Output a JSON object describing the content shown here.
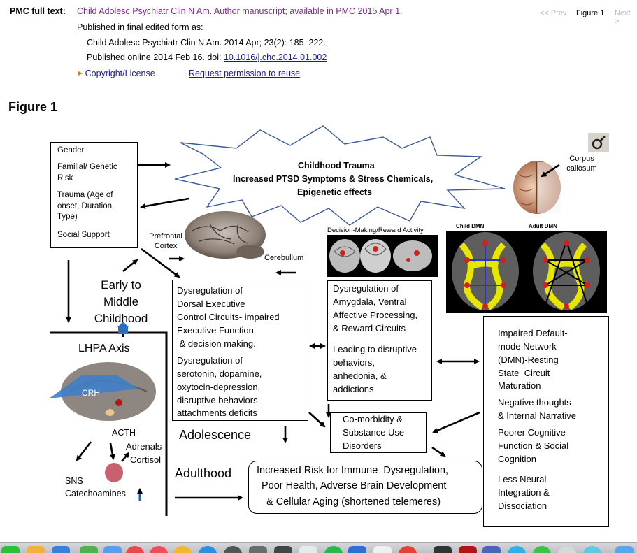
{
  "header": {
    "pmc_label": "PMC full text:",
    "journal_link": "Child Adolesc Psychiatr Clin N Am. Author manuscript; available in PMC 2015 Apr 1.",
    "published_final": "Published in final edited form as:",
    "citation": "Child Adolesc Psychiatr Clin N Am. 2014 Apr; 23(2): 185–222.",
    "published_online_prefix": "Published online 2014 Feb 16. doi: ",
    "doi": "10.1016/j.chc.2014.01.002",
    "copyright": "Copyright/License",
    "permission": "Request permission to reuse"
  },
  "nav": {
    "prev": "<< Prev",
    "current": "Figure 1",
    "next": "Next >"
  },
  "figure_title": "Figure 1",
  "diagram": {
    "risk_factors": [
      "Gender",
      "Familial/ Genetic Risk",
      "Trauma (Age of onset, Duration, Type)",
      "Social Support"
    ],
    "trauma_star": [
      "Childhood Trauma",
      "Increased PTSD Symptoms & Stress Chemicals,",
      "Epigenetic effects"
    ],
    "corpus_callosum": "Corpus callosum",
    "prefrontal_cortex": "Prefrontal Cortex",
    "cerebullum": "Cerebullum",
    "decision_making": "Decision-Making/Reward Activity",
    "child_dmn": "Child DMN",
    "adult_dmn": "Adult DMN",
    "early_childhood": "Early to Middle Childhood",
    "lhpa_axis": "LHPA Axis",
    "crh": "CRH",
    "acth": "ACTH",
    "adrenals": "Adrenals",
    "cortisol": "Cortisol",
    "sns": "SNS",
    "catecholamines": "Catechoamines",
    "dorsal_box": [
      "Dysregulation of",
      "Dorsal Executive",
      "Control Circuits- impaired",
      "Executive Function",
      " & decision making.",
      "Dysregulation of",
      "serotonin, dopamine,",
      "oxytocin-depression,",
      "disruptive behaviors,",
      "attachments deficits"
    ],
    "amygdala_box": [
      "Dysregulation of",
      "Amygdala, Ventral",
      "Affective Processing,",
      "& Reward Circuits",
      "Leading to disruptive",
      "behaviors,",
      "anhedonia, &",
      "addictions"
    ],
    "dmn_box": [
      "Impaired Default-",
      "mode Network",
      "(DMN)-Resting",
      "State  Circuit",
      "Maturation",
      "Negative thoughts",
      "& Internal Narrative",
      "Poorer Cognitive",
      "Function & Social",
      "Cognition",
      "Less Neural",
      "Integration &",
      "Dissociation"
    ],
    "adolescence": "Adolescence",
    "comorbidity": [
      "Co-morbidity &",
      "Substance Use",
      "Disorders"
    ],
    "adulthood": "Adulthood",
    "risk_box": [
      "Increased Risk for Immune  Dysregulation,",
      "Poor Health, Adverse Brain Development",
      "& Cellular Aging (shortened telemeres)"
    ]
  }
}
